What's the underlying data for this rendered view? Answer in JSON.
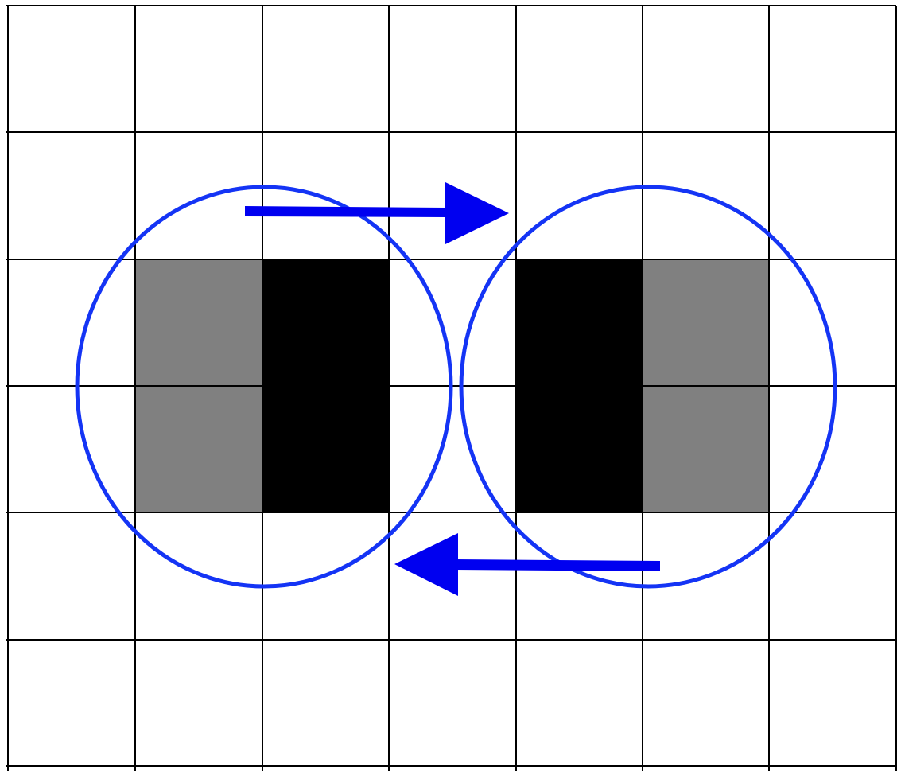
{
  "grid": {
    "cols": 7,
    "rows": 6,
    "line_color": "#000000",
    "background": "#ffffff"
  },
  "cells": [
    {
      "id": "left-gray-top",
      "col": 1,
      "row": 2,
      "fill": "#808080"
    },
    {
      "id": "left-gray-bottom",
      "col": 1,
      "row": 3,
      "fill": "#808080"
    },
    {
      "id": "left-black-top",
      "col": 2,
      "row": 2,
      "fill": "#000000"
    },
    {
      "id": "left-black-bottom",
      "col": 2,
      "row": 3,
      "fill": "#000000"
    },
    {
      "id": "right-black-top",
      "col": 4,
      "row": 2,
      "fill": "#000000"
    },
    {
      "id": "right-black-bottom",
      "col": 4,
      "row": 3,
      "fill": "#000000"
    },
    {
      "id": "right-gray-top",
      "col": 5,
      "row": 2,
      "fill": "#808080"
    },
    {
      "id": "right-gray-bottom",
      "col": 5,
      "row": 3,
      "fill": "#808080"
    }
  ],
  "circle_color": "#1434f5",
  "arrow_color": "#0000f0",
  "arrows": [
    {
      "id": "arrow-right",
      "direction": "right"
    },
    {
      "id": "arrow-left",
      "direction": "left"
    }
  ]
}
